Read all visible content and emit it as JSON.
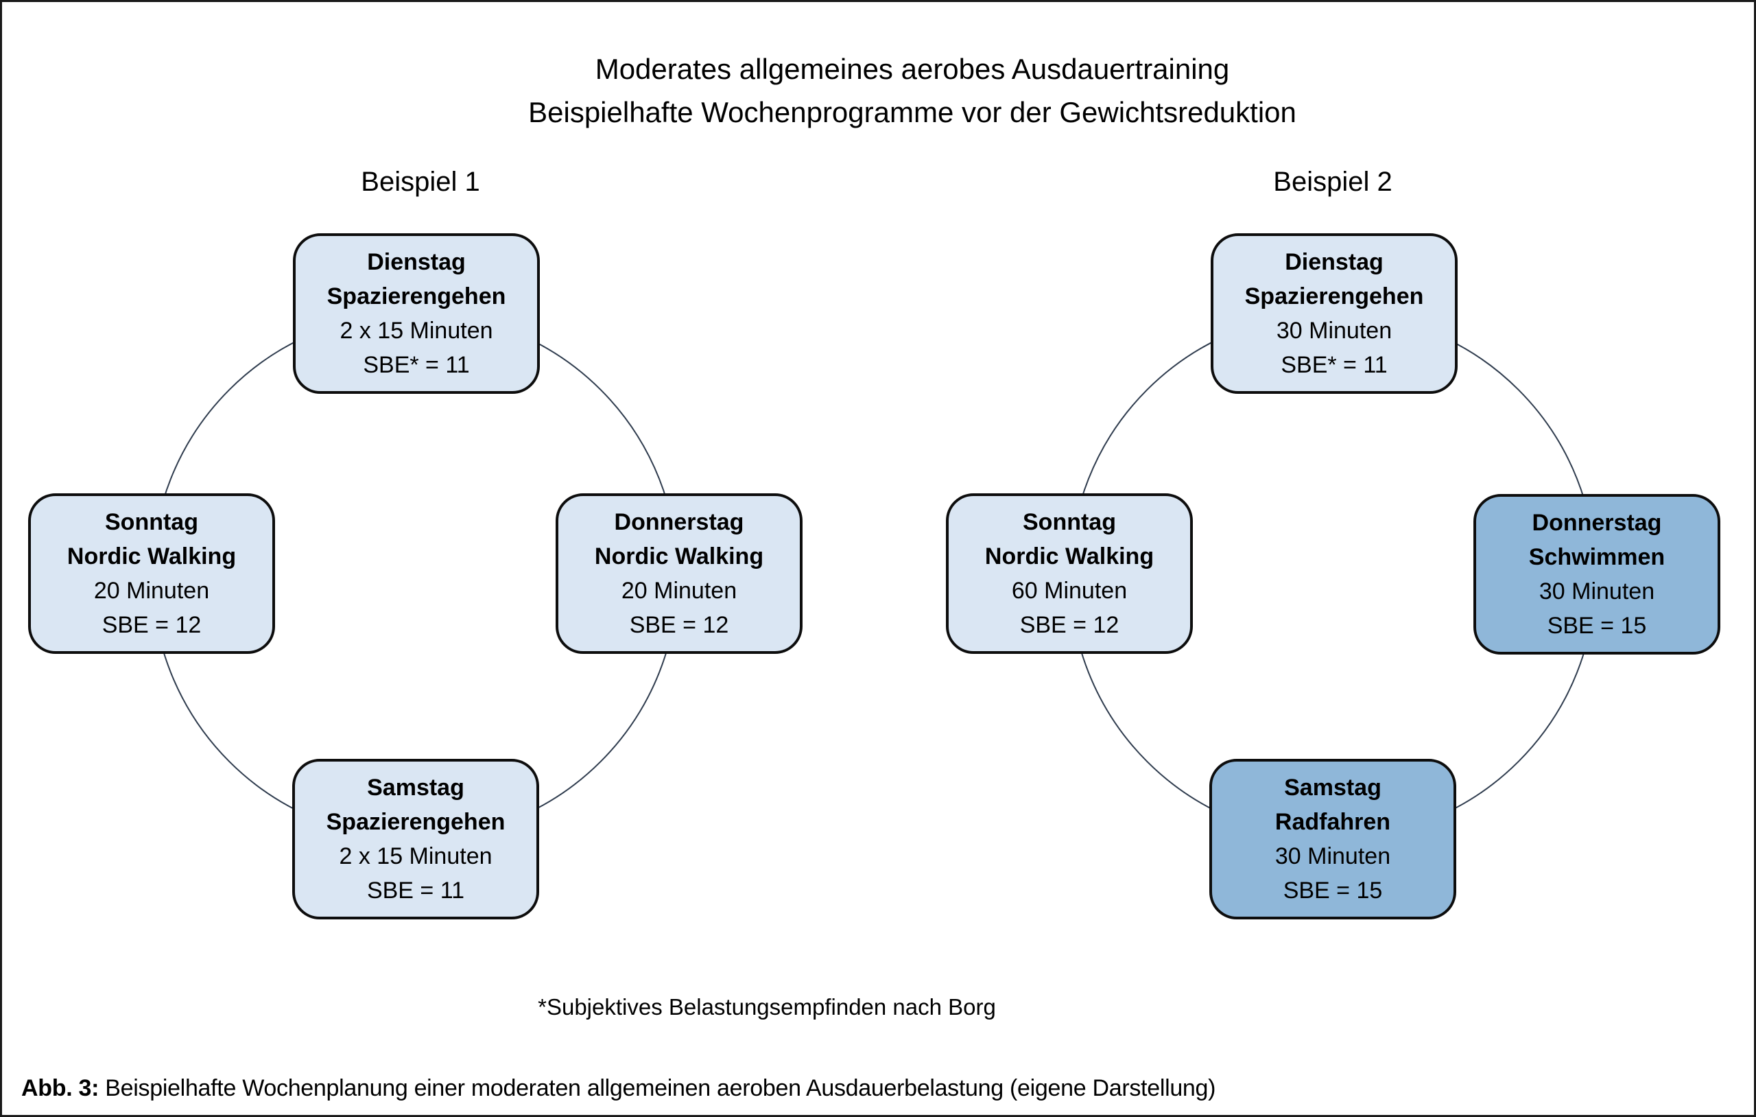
{
  "title": {
    "line1": "Moderates allgemeines aerobes Ausdauertraining",
    "line2": "Beispielhafte Wochenprogramme vor der Gewichtsreduktion"
  },
  "examples": [
    {
      "label": "Beispiel 1",
      "boxes": [
        {
          "day": "Dienstag",
          "activity": "Spazierengehen",
          "duration": "2 x 15 Minuten",
          "sbe": "SBE* = 11",
          "variant": "light",
          "position": "top"
        },
        {
          "day": "Donnerstag",
          "activity": "Nordic Walking",
          "duration": "20 Minuten",
          "sbe": "SBE = 12",
          "variant": "light",
          "position": "right"
        },
        {
          "day": "Samstag",
          "activity": "Spazierengehen",
          "duration": "2 x 15 Minuten",
          "sbe": "SBE = 11",
          "variant": "light",
          "position": "bottom"
        },
        {
          "day": "Sonntag",
          "activity": "Nordic Walking",
          "duration": "20 Minuten",
          "sbe": "SBE = 12",
          "variant": "light",
          "position": "left"
        }
      ]
    },
    {
      "label": "Beispiel 2",
      "boxes": [
        {
          "day": "Dienstag",
          "activity": "Spazierengehen",
          "duration": "30 Minuten",
          "sbe": "SBE* = 11",
          "variant": "light",
          "position": "top"
        },
        {
          "day": "Donnerstag",
          "activity": "Schwimmen",
          "duration": "30 Minuten",
          "sbe": "SBE = 15",
          "variant": "dark",
          "position": "right"
        },
        {
          "day": "Samstag",
          "activity": "Radfahren",
          "duration": "30 Minuten",
          "sbe": "SBE = 15",
          "variant": "dark",
          "position": "bottom"
        },
        {
          "day": "Sonntag",
          "activity": "Nordic Walking",
          "duration": "60 Minuten",
          "sbe": "SBE = 12",
          "variant": "light",
          "position": "left"
        }
      ]
    }
  ],
  "footnote": "*Subjektives Belastungsempfinden nach Borg",
  "caption": {
    "prefix": "Abb. 3:",
    "text": " Beispielhafte Wochenplanung einer moderaten allgemeinen aeroben Ausdauerbelastung (eigene Darstellung)"
  },
  "colors": {
    "box_light": "#dae6f3",
    "box_dark": "#8fb7d9",
    "box_border": "#0d0d0d",
    "circle_stroke": "#2f3c4e"
  }
}
